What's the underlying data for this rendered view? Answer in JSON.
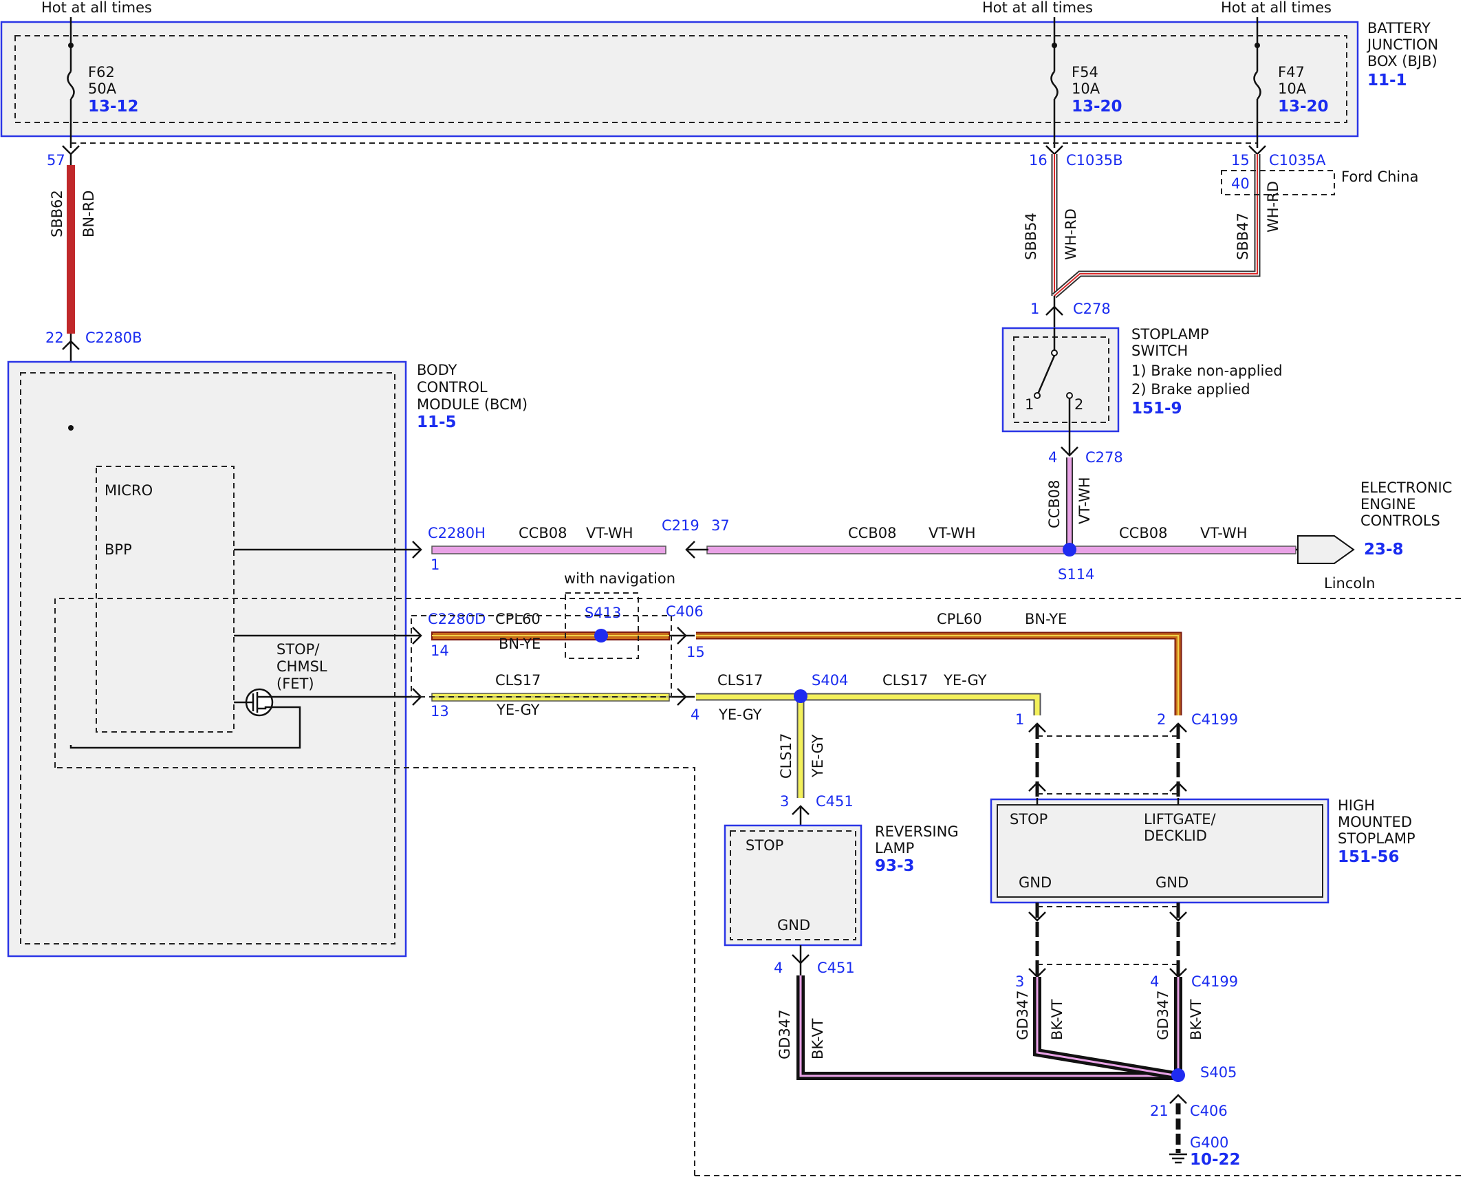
{
  "supply": {
    "hot1": "Hot at all times",
    "hot2": "Hot at all times",
    "hot3": "Hot at all times"
  },
  "bjb": {
    "title1": "BATTERY",
    "title2": "JUNCTION",
    "title3": "BOX (BJB)",
    "ref": "11-1",
    "fuses": [
      {
        "name": "F62",
        "rating": "50A",
        "ref": "13-12"
      },
      {
        "name": "F54",
        "rating": "10A",
        "ref": "13-20"
      },
      {
        "name": "F47",
        "rating": "10A",
        "ref": "13-20"
      }
    ]
  },
  "connectors": {
    "c57": "57",
    "c16": "16",
    "c1035b": "C1035B",
    "c15": "15",
    "c1035a": "C1035A",
    "c40": "40",
    "ford_china": "Ford China",
    "c22": "22",
    "c2280b": "C2280B",
    "c278_1_pin": "1",
    "c278_1": "C278",
    "c278_4_pin": "4",
    "c278_4": "C278",
    "c2280h": "C2280H",
    "c2280h_pin": "1",
    "c219": "C219",
    "c219_pin": "37",
    "s114": "S114",
    "lincoln": "Lincoln",
    "with_nav": "with navigation",
    "s413": "S413",
    "c2280d": "C2280D",
    "c2280d_pin14": "14",
    "c406_top": "C406",
    "c406_pin15": "15",
    "c2280d_pin13": "13",
    "c406_pin4": "4",
    "s404": "S404",
    "c4199_pin1": "1",
    "c4199_pin2": "2",
    "c4199_top": "C4199",
    "c451_pin3": "3",
    "c451_top": "C451",
    "c451_pin4": "4",
    "c451_bot": "C451",
    "c4199_pin3": "3",
    "c4199_pin4": "4",
    "c4199_bot": "C4199",
    "s405": "S405",
    "c406_pin21": "21",
    "c406_bot": "C406",
    "g400": "G400",
    "g400_ref": "10-22"
  },
  "wires": {
    "sbb62": "SBB62",
    "bn_rd": "BN-RD",
    "sbb54": "SBB54",
    "wh_rd_1": "WH-RD",
    "sbb47": "SBB47",
    "wh_rd_2": "WH-RD",
    "ccb08_v": "CCB08",
    "vt_wh_v": "VT-WH",
    "ccb08_a": "CCB08",
    "vt_wh_a": "VT-WH",
    "ccb08_b": "CCB08",
    "vt_wh_b": "VT-WH",
    "ccb08_c": "CCB08",
    "vt_wh_c": "VT-WH",
    "cpl60_a": "CPL60",
    "bn_ye_a": "BN-YE",
    "cpl60_b": "CPL60",
    "bn_ye_b": "BN-YE",
    "cls17_a": "CLS17",
    "ye_gy_a": "YE-GY",
    "cls17_b": "CLS17",
    "ye_gy_b": "YE-GY",
    "cls17_c": "CLS17",
    "ye_gy_c": "YE-GY",
    "cls17_v": "CLS17",
    "ye_gy_v": "YE-GY",
    "gd347_a": "GD347",
    "bk_vt_a": "BK-VT",
    "gd347_b": "GD347",
    "bk_vt_b": "BK-VT",
    "gd347_c": "GD347",
    "bk_vt_c": "BK-VT"
  },
  "bcm": {
    "title1": "BODY",
    "title2": "CONTROL",
    "title3": "MODULE (BCM)",
    "ref": "11-5",
    "micro": "MICRO",
    "bpp": "BPP",
    "stop1": "STOP/",
    "stop2": "CHMSL",
    "stop3": "(FET)"
  },
  "stoplamp_switch": {
    "title1": "STOPLAMP",
    "title2": "SWITCH",
    "state1": "1) Brake non-applied",
    "state2": "2) Brake applied",
    "ref": "151-9",
    "pos1": "1",
    "pos2": "2"
  },
  "eec": {
    "title1": "ELECTRONIC",
    "title2": "ENGINE",
    "title3": "CONTROLS",
    "ref": "23-8"
  },
  "reversing_lamp": {
    "title1": "REVERSING",
    "title2": "LAMP",
    "ref": "93-3",
    "stop": "STOP",
    "gnd": "GND"
  },
  "hmsl": {
    "title1": "HIGH",
    "title2": "MOUNTED",
    "title3": "STOPLAMP",
    "ref": "151-56",
    "stop": "STOP",
    "liftgate1": "LIFTGATE/",
    "liftgate2": "DECKLID",
    "gnd1": "GND",
    "gnd2": "GND"
  },
  "colors": {
    "blue": "#1a2cf0",
    "brown_red": "#c0282a",
    "pink": "#e9a2e6",
    "yellow": "#f3f05a",
    "box_fill": "#f0f0f0"
  }
}
